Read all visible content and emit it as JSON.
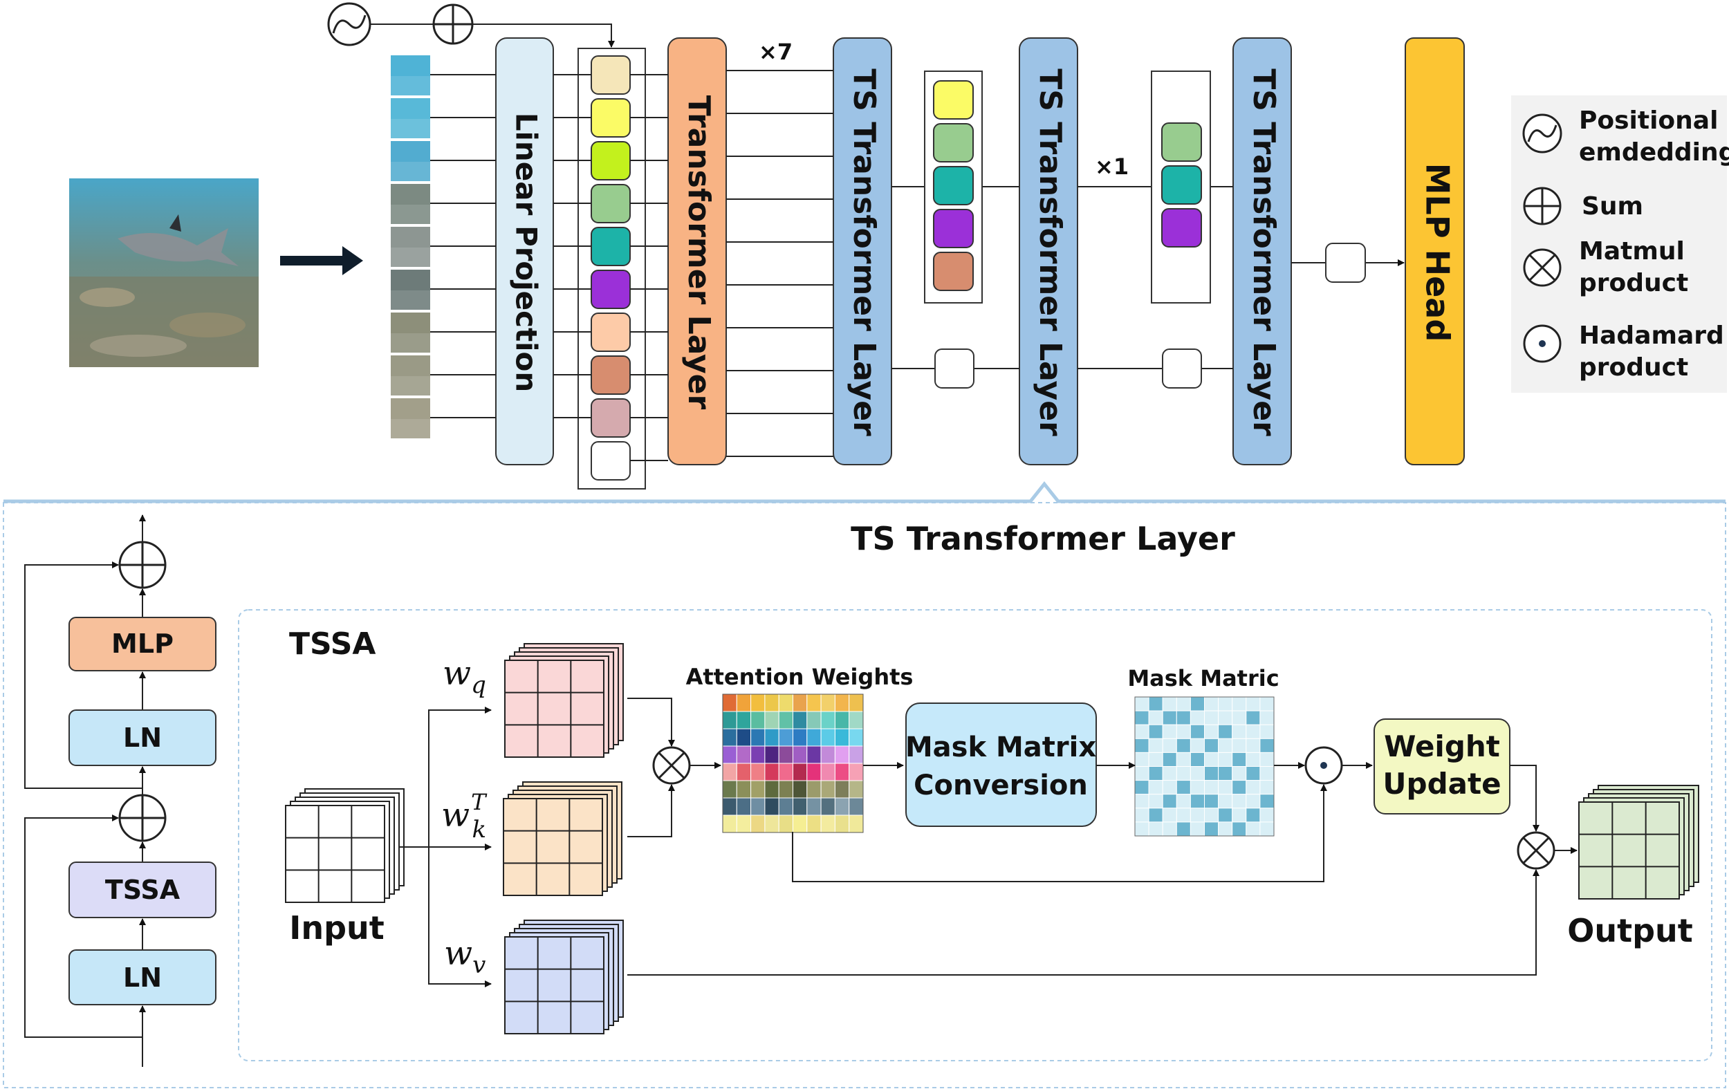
{
  "pipeline": {
    "blocks": {
      "linear_projection": "Linear Projection",
      "transformer_layer": "Transformer Layer",
      "ts_transformer_layer": "TS Transformer Layer",
      "mlp_head": "MLP Head"
    },
    "repeat_first": "×7",
    "repeat_second": "×1"
  },
  "legend": {
    "positional": "Positional emdedding",
    "positional_line1": "Positional",
    "positional_line2": "emdedding",
    "sum": "Sum",
    "matmul_line1": "Matmul",
    "matmul_line2": "product",
    "hadamard_line1": "Hadamard",
    "hadamard_line2": "product"
  },
  "detail": {
    "title": "TS Transformer Layer",
    "stack": {
      "mlp": "MLP",
      "ln_top": "LN",
      "tssa": "TSSA",
      "ln_bottom": "LN"
    },
    "tssa_title": "TSSA",
    "wq": "w",
    "wq_sub": "q",
    "wk": "w",
    "wk_sub": "k",
    "wk_sup": "T",
    "wv": "w",
    "wv_sub": "v",
    "input_label": "Input",
    "output_label": "Output",
    "attention_weights_label": "Attention Weights",
    "mask_matric_label": "Mask Matric",
    "mask_conversion_line1": "Mask Matrix",
    "mask_conversion_line2": "Conversion",
    "weight_update_line1": "Weight",
    "weight_update_line2": "Update"
  },
  "colors": {
    "light_blue_block": "#dcedf6",
    "orange_block": "#f8b384",
    "blue_block": "#9dc3e6",
    "gold_block": "#fcc533",
    "mlp_box": "#f7c09b",
    "ln_box": "#c6e7f8",
    "tssa_box": "#dcdcf7",
    "weight_update": "#f3f8c3",
    "mask_conversion": "#c6e9fa",
    "frame_border": "#a9cbe6"
  }
}
